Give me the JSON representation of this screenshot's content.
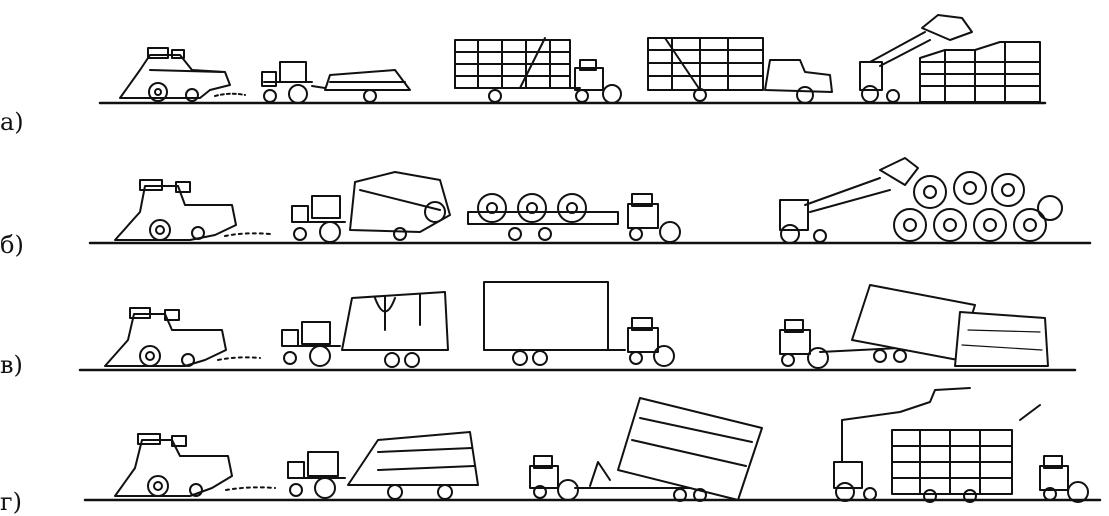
{
  "rows": [
    {
      "label": "а)"
    },
    {
      "label": "б)"
    },
    {
      "label": "в)"
    },
    {
      "label": "г)"
    }
  ],
  "colors": {
    "ink": "#111111",
    "background": "#ffffff"
  }
}
